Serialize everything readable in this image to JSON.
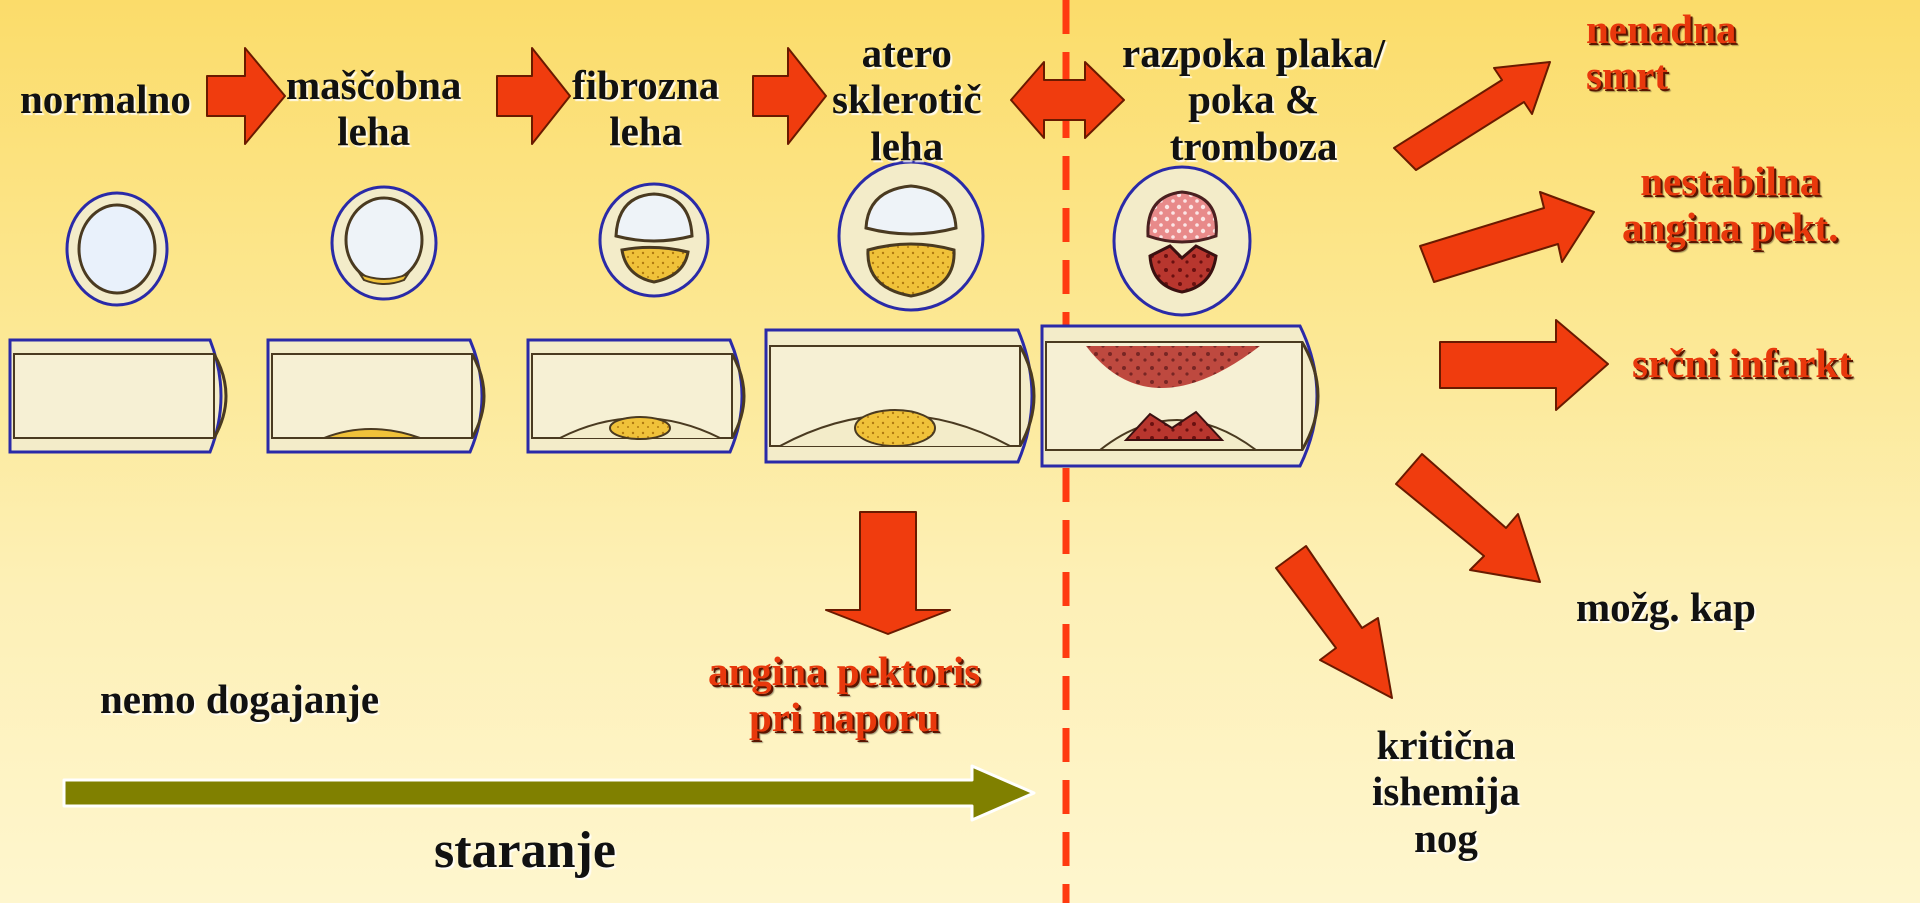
{
  "colors": {
    "arrow_red": "#f03c0e",
    "arrow_outline": "#6a1a00",
    "timeline_olive": "#808000",
    "divider": "#ff3a10",
    "label_black": "#111111",
    "label_red": "#e8380c"
  },
  "stages": [
    {
      "lines": [
        "normalno"
      ]
    },
    {
      "lines": [
        "maščobna",
        "leha"
      ]
    },
    {
      "lines": [
        "fibrozna",
        "leha"
      ]
    },
    {
      "lines": [
        "atero",
        "sklerotič",
        "leha"
      ]
    }
  ],
  "rupture": {
    "lines": [
      "razpoka plaka/",
      "poka &",
      "tromboza"
    ]
  },
  "outcomes": [
    {
      "lines": [
        "nenadna",
        "smrt"
      ],
      "color": "red"
    },
    {
      "lines": [
        "nestabilna",
        "angina pekt."
      ],
      "color": "red"
    },
    {
      "lines": [
        "srčni infarkt"
      ],
      "color": "red"
    },
    {
      "lines": [
        "možg. kap"
      ],
      "color": "black"
    },
    {
      "lines": [
        "kritična",
        "ishemija",
        "nog"
      ],
      "color": "black"
    }
  ],
  "stable_angina": {
    "lines": [
      "angina pektoris",
      "pri naporu"
    ]
  },
  "silent_phase": "nemo dogajanje",
  "aging": "staranje"
}
